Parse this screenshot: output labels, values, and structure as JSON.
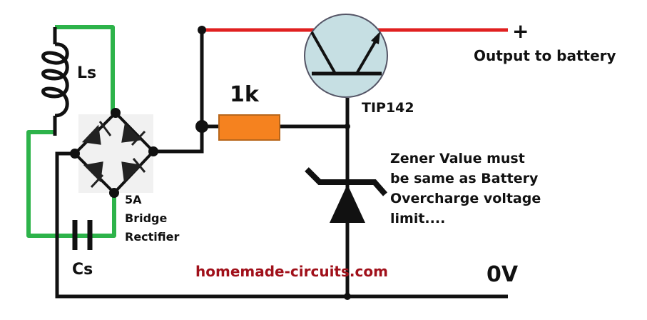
{
  "labels": {
    "inductor": "Ls",
    "capacitor": "Cs",
    "resistor": "1k",
    "transistor": "TIP142",
    "bridge_rating": "5A",
    "bridge_line1": "Bridge",
    "bridge_line2": "Rectifier",
    "plus": "+",
    "output": "Output to battery",
    "ground": "0V",
    "watermark": "homemade-circuits.com"
  },
  "note": {
    "lines": [
      "Zener Value must",
      "be same as Battery",
      "Overcharge voltage",
      "limit...."
    ]
  },
  "colors": {
    "wire": "#111111",
    "green_wire": "#2db34a",
    "positive_rail": "#e02020",
    "resistor": "#f5821f",
    "transistor_fill": "#c6dfe3",
    "watermark": "#a0101a"
  }
}
